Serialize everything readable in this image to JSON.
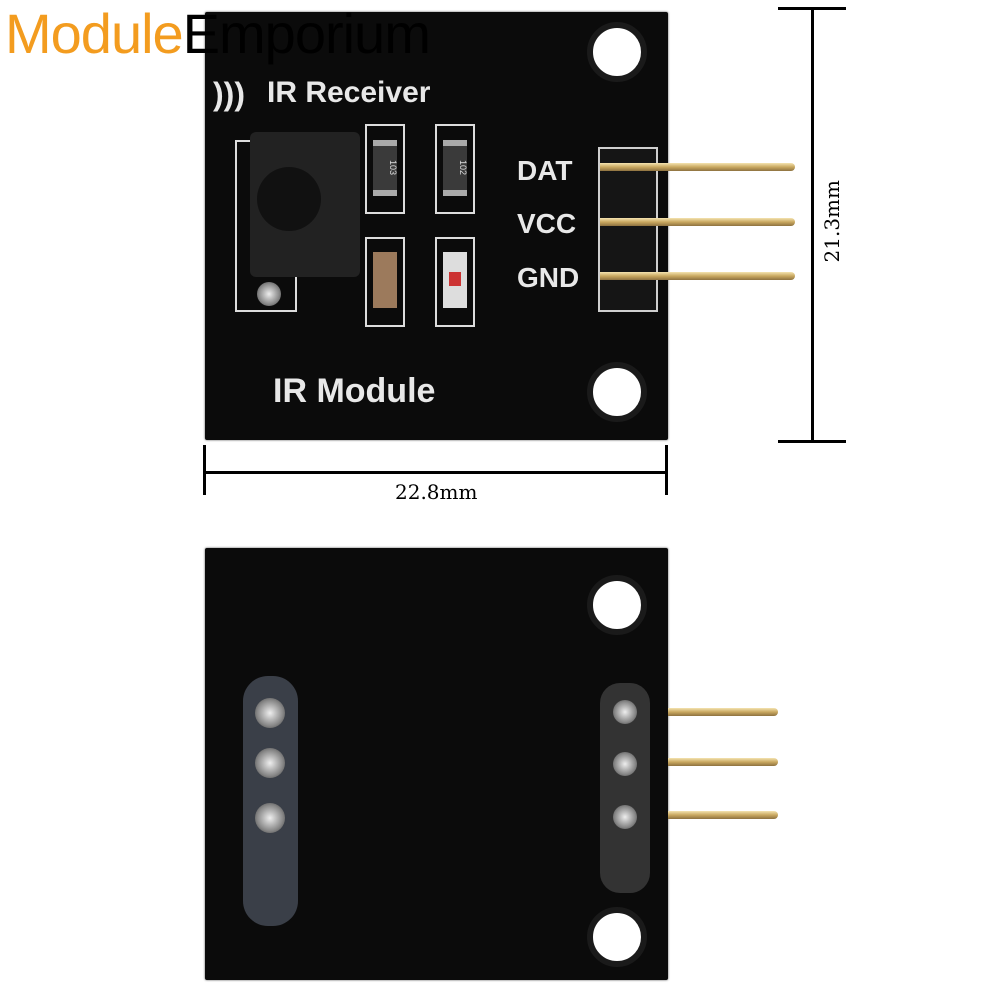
{
  "watermark": {
    "part1": "Module",
    "part2": "Emporium",
    "color1": "#f39c1f",
    "color2": "#000000"
  },
  "front": {
    "title": "IR Receiver",
    "label": "IR Module",
    "pins": [
      "DAT",
      "VCC",
      "GND"
    ],
    "resistors": [
      "103",
      "102"
    ]
  },
  "dimensions": {
    "width": "22.8mm",
    "height": "21.3mm"
  }
}
